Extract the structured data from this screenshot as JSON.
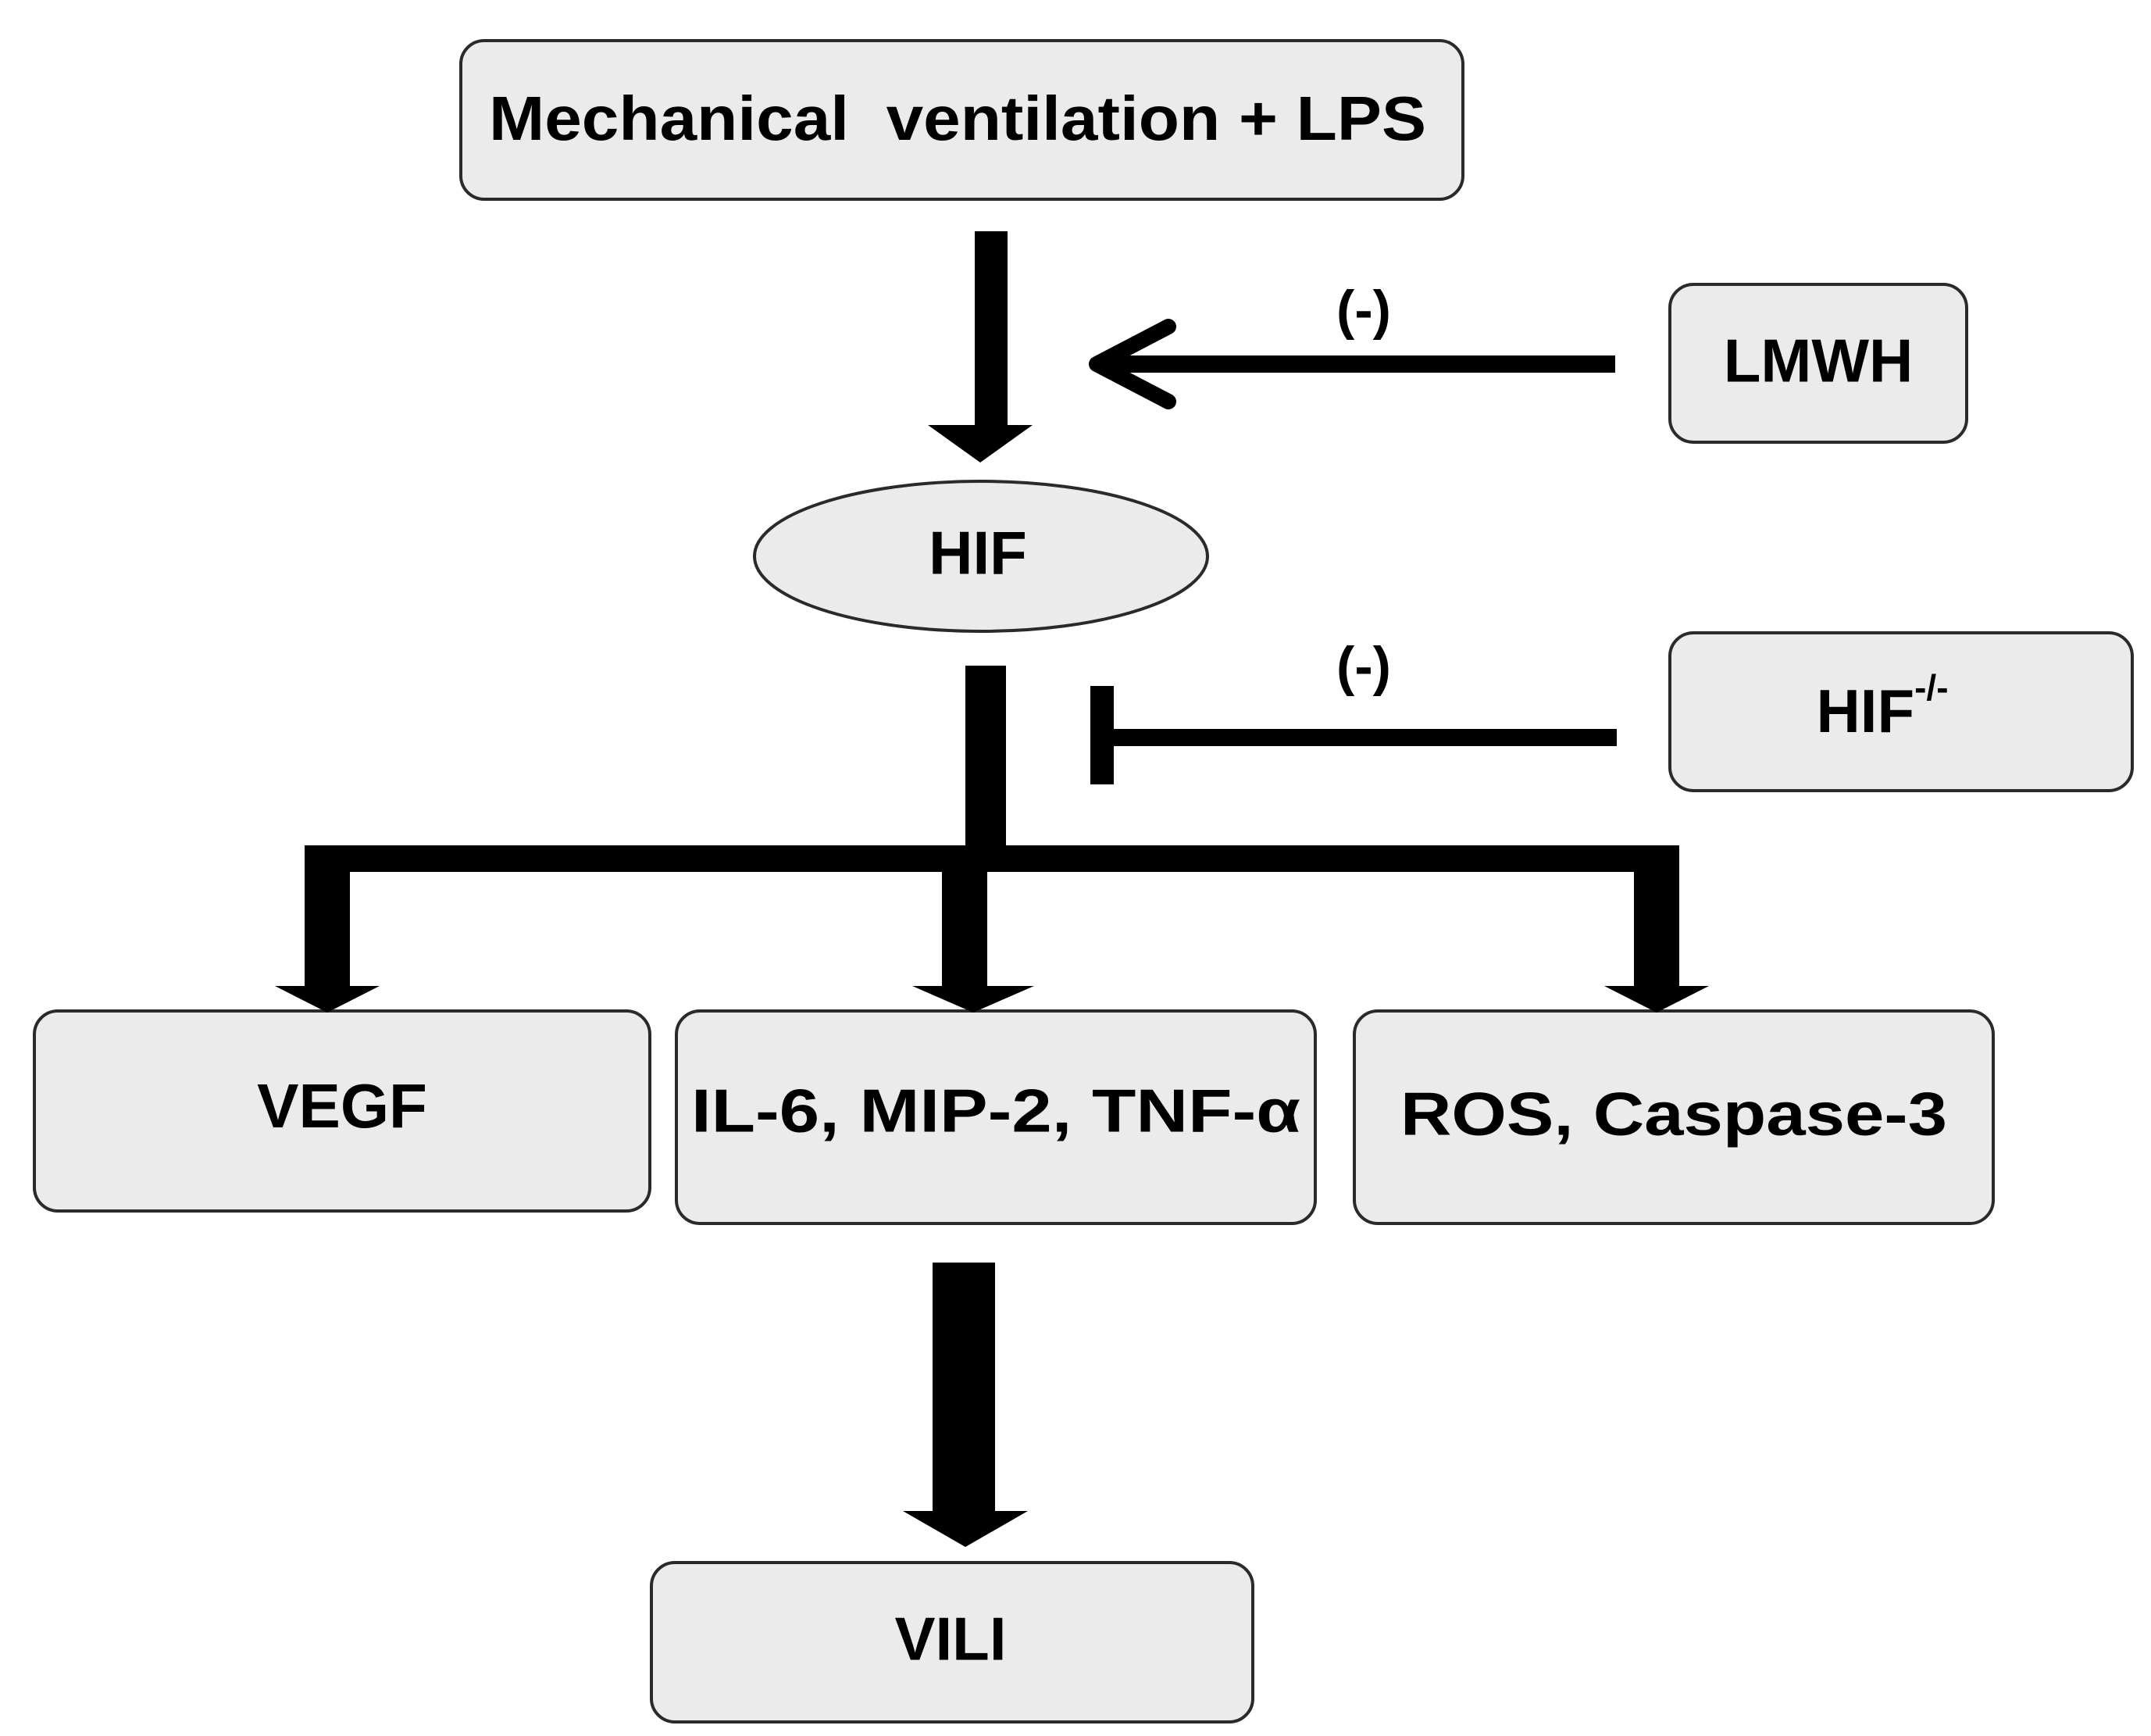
{
  "colors": {
    "node_fill": "#ebebeb",
    "node_stroke": "#2a2a2a",
    "arrow": "#000000",
    "background": "#ffffff"
  },
  "nodes": {
    "stimulus": "Mechanical  ventilation + LPS",
    "hif": "HIF",
    "lmwh": "LMWH",
    "hif_knockout": {
      "base": "HIF",
      "superscript": "-/-"
    },
    "vegf": "VEGF",
    "cytokines": "IL-6, MIP-2, TNF-α",
    "ros": "ROS, Caspase-3",
    "vili": "VILI"
  },
  "edges": {
    "lmwh_sign": "(-)",
    "hif_ko_sign": "(-)"
  }
}
